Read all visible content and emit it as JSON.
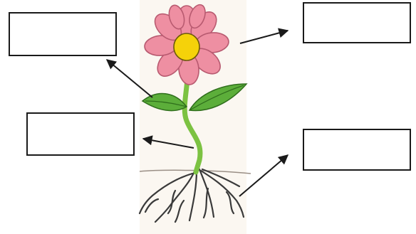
{
  "diagram": {
    "subject": "flowering plant",
    "label_boxes": [
      {
        "id": "box-tl",
        "text": "",
        "points_to": "leaf"
      },
      {
        "id": "box-tr",
        "text": "",
        "points_to": "flower"
      },
      {
        "id": "box-ml",
        "text": "",
        "points_to": "stem"
      },
      {
        "id": "box-br",
        "text": "",
        "points_to": "roots"
      }
    ],
    "colors": {
      "petal": "#ee8fa2",
      "petal_outline": "#b85a70",
      "flower_center": "#f5d20a",
      "stem": "#7cc242",
      "leaf": "#5cae3a",
      "leaf_dark": "#3f8a26",
      "roots": "#3a3a3a",
      "soil_bg": "#f7f0e6",
      "arrow": "#1a1a1a"
    }
  }
}
